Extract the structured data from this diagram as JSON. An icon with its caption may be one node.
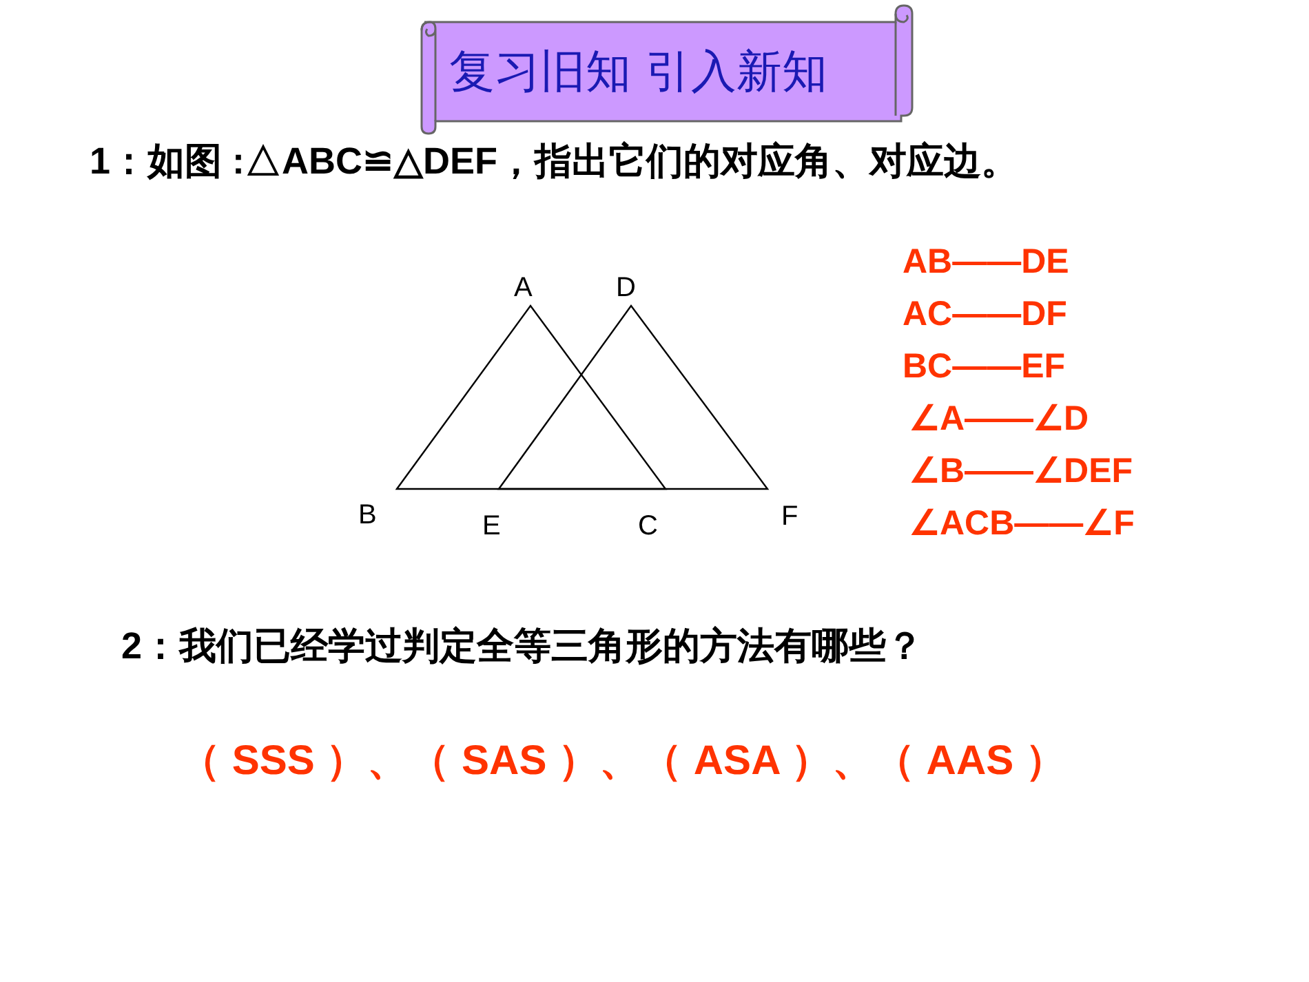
{
  "diagram": {
    "title": "复习旧知 引入新知",
    "labels": [
      "1：如图 :△ABC≌△DEF，指出它们的对应角、对应边。",
      "A",
      "D",
      "B",
      "E",
      "C",
      "F",
      "AB——DE",
      "AC——DF",
      "BC——EF",
      "∠A——∠D",
      "∠B——∠DEF",
      "∠ACB——∠F",
      "2：我们已经学过判定全等三角形的方法有哪些？",
      "（ SSS ）、（ SAS ）、（ ASA ）、（ AAS ）"
    ]
  }
}
